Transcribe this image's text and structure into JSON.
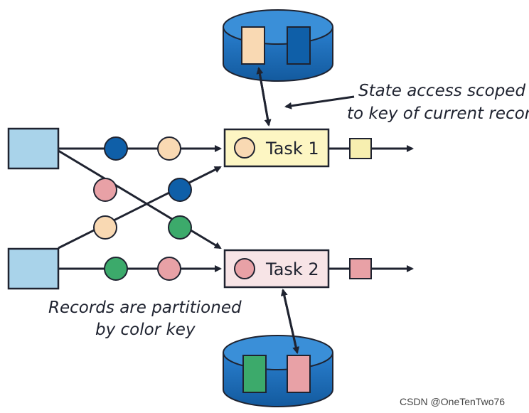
{
  "tasks": [
    {
      "label": "Task 1"
    },
    {
      "label": "Task 2"
    }
  ],
  "annotations": {
    "state_access_line1": "State access scoped",
    "state_access_line2": "to key of current record",
    "partition_line1": "Records are partitioned",
    "partition_line2": "by color key"
  },
  "watermark": "CSDN @OneTenTwo76",
  "colors": {
    "source_box": "#a9d3ea",
    "task1_fill": "#fdf6c3",
    "task2_fill": "#f7e4e6",
    "blue_record": "#0f5fa8",
    "peach_record": "#f9d9b3",
    "pink_record": "#e8a1a6",
    "green_record": "#3caa6b",
    "yellow_output": "#f7efb0",
    "pink_output": "#e8a1a6",
    "database": "#1d67b3",
    "outline": "#1f2330"
  }
}
